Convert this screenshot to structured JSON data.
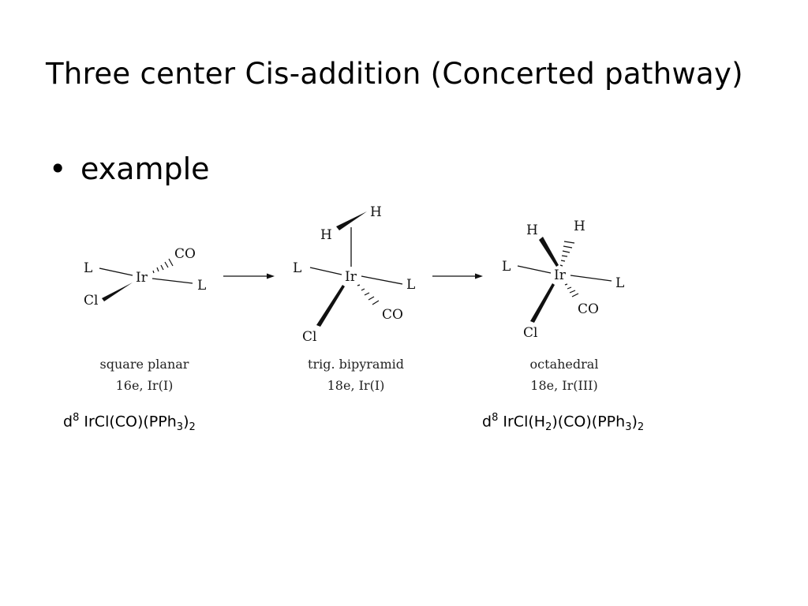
{
  "title": "Three center Cis-addition (Concerted pathway)",
  "bullet": {
    "symbol": "•",
    "text": "example"
  },
  "structures": [
    {
      "center": "Ir",
      "ligands": {
        "L1": "L",
        "L2": "L",
        "Cl": "Cl",
        "CO": "CO"
      },
      "geometry": "square planar",
      "electron_count": "16e, Ir(I)"
    },
    {
      "center": "Ir",
      "ligands": {
        "H1": "H",
        "H2": "H",
        "L1": "L",
        "L2": "L",
        "Cl": "Cl",
        "CO": "CO"
      },
      "geometry": "trig. bipyramid",
      "electron_count": "18e, Ir(I)"
    },
    {
      "center": "Ir",
      "ligands": {
        "H1": "H",
        "H2": "H",
        "L1": "L",
        "L2": "L",
        "Cl": "Cl",
        "CO": "CO"
      },
      "geometry": "octahedral",
      "electron_count": "18e, Ir(III)"
    }
  ],
  "formula_left": {
    "d": "d",
    "d_sup": "8",
    "p1": "IrCl(CO)(PPh",
    "s1": "3",
    "p2": ")",
    "s2": "2"
  },
  "formula_right": {
    "d": "d",
    "d_sup": "8",
    "p1": "IrCl(H",
    "s1": "2",
    "p2": ")(CO)(PPh",
    "s2": "3",
    "p3": ")",
    "s3": "2"
  }
}
